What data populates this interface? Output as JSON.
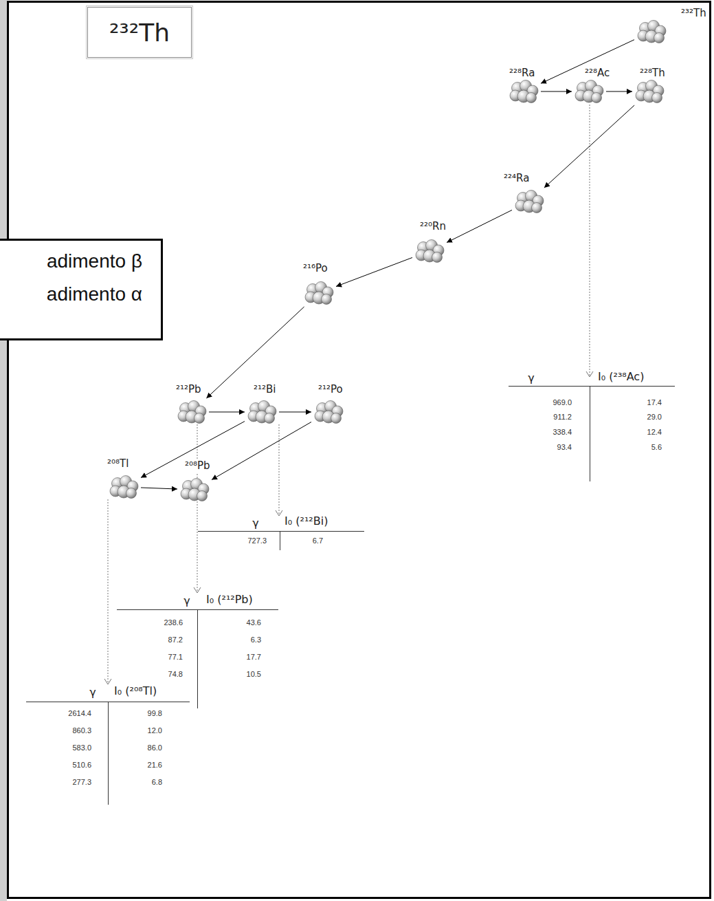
{
  "diagram": {
    "title": "²³²Th",
    "nodes": [
      {
        "text": [
          "²³²Th"
        ]
      },
      {
        "text": [
          "²²⁸Ra"
        ]
      },
      {
        "text": [
          "²²⁸Ac"
        ]
      },
      {
        "text": [
          "²²⁸Th"
        ]
      },
      {
        "text": [
          "²²⁴Ra"
        ]
      },
      {
        "text": [
          "²²⁰Rn"
        ]
      },
      {
        "text": [
          "²¹⁶Po"
        ]
      },
      {
        "text": [
          "²¹²Pb"
        ]
      },
      {
        "text": [
          "²¹²Bi"
        ]
      },
      {
        "text": [
          "²¹²Po"
        ]
      },
      {
        "text": [
          "²⁰⁸Tl"
        ]
      },
      {
        "text": [
          "²⁰⁸Pb"
        ]
      }
    ],
    "edges": [
      {
        "from": 0,
        "to": 1,
        "arrow": "to"
      },
      {
        "from": 1,
        "to": 2,
        "arrow": "to"
      },
      {
        "from": 2,
        "to": 3,
        "arrow": "to"
      },
      {
        "from": 3,
        "to": 4,
        "arrow": "to"
      },
      {
        "from": 4,
        "to": 5,
        "arrow": "to"
      },
      {
        "from": 5,
        "to": 6,
        "arrow": "to"
      },
      {
        "from": 6,
        "to": 7,
        "arrow": "to"
      },
      {
        "from": 7,
        "to": 8,
        "arrow": "to"
      },
      {
        "from": 8,
        "to": 9,
        "arrow": "to"
      },
      {
        "from": 8,
        "to": 10,
        "arrow": "to"
      },
      {
        "from": 9,
        "to": 11,
        "arrow": "to"
      },
      {
        "from": 10,
        "to": 11,
        "arrow": "to"
      }
    ],
    "labels": [
      "γ",
      "I₀ (²³⁸Ac)",
      "969.0",
      "17.4",
      "911.2",
      "29.0",
      "338.4",
      "12.4",
      "93.4",
      "5.6",
      "γ",
      "I₀ (²¹²Bi)",
      "727.3",
      "6.7",
      "γ",
      "I₀ (²¹²Pb)",
      "238.6",
      "43.6",
      "87.2",
      "6.3",
      "77.1",
      "17.7",
      "74.8",
      "10.5",
      "γ",
      "I₀ (²⁰⁸Tl)",
      "2614.4",
      "99.8",
      "860.3",
      "12.0",
      "583.0",
      "86.0",
      "510.6",
      "21.6",
      "277.3",
      "6.8"
    ],
    "legend": [
      {
        "text": "adimento β"
      },
      {
        "text": "adimento α"
      }
    ]
  }
}
